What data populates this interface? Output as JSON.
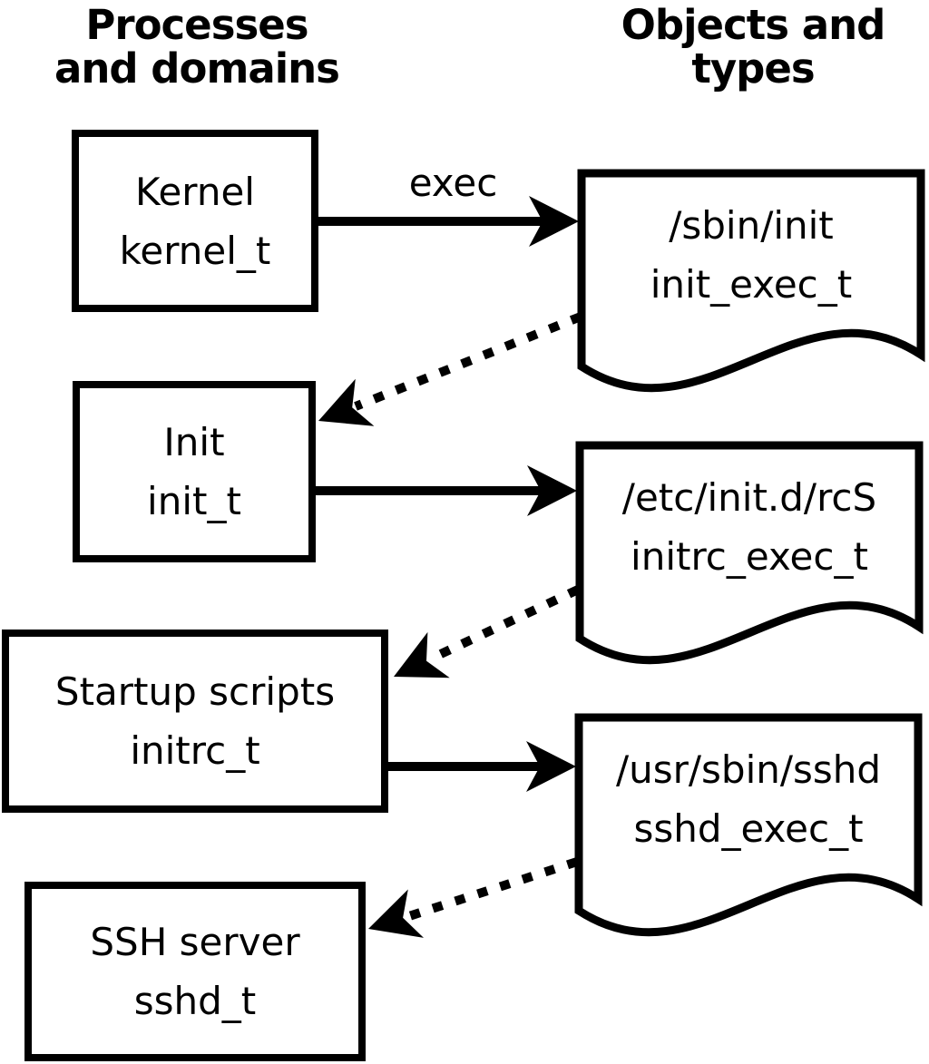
{
  "headings": {
    "left_line1": "Processes",
    "left_line2": "and domains",
    "right_line1": "Objects and",
    "right_line2": "types"
  },
  "edge_labels": {
    "exec": "exec"
  },
  "processes": [
    {
      "name": "Kernel",
      "domain": "kernel_t"
    },
    {
      "name": "Init",
      "domain": "init_t"
    },
    {
      "name": "Startup scripts",
      "domain": "initrc_t"
    },
    {
      "name": "SSH server",
      "domain": "sshd_t"
    }
  ],
  "objects": [
    {
      "path": "/sbin/init",
      "type": "init_exec_t"
    },
    {
      "path": "/etc/init.d/rcS",
      "type": "initrc_exec_t"
    },
    {
      "path": "/usr/sbin/sshd",
      "type": "sshd_exec_t"
    }
  ],
  "colors": {
    "foreground": "#000000",
    "background": "#ffffff"
  }
}
